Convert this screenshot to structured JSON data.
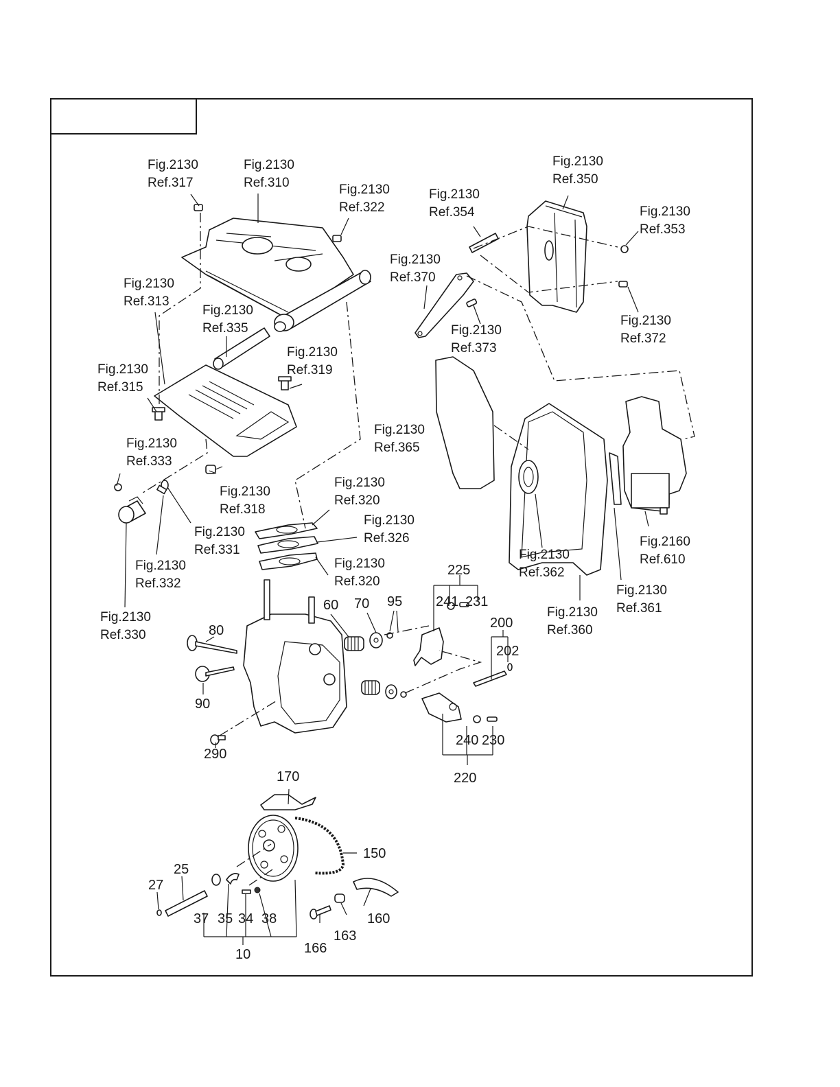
{
  "page": {
    "title_box_text": "",
    "figure_number": "",
    "background": "#ffffff",
    "line_color": "#1a1a1a"
  },
  "callouts": {
    "c317": {
      "fig": "Fig.2130",
      "ref": "Ref.317"
    },
    "c310": {
      "fig": "Fig.2130",
      "ref": "Ref.310"
    },
    "c322": {
      "fig": "Fig.2130",
      "ref": "Ref.322"
    },
    "c354": {
      "fig": "Fig.2130",
      "ref": "Ref.354"
    },
    "c350": {
      "fig": "Fig.2130",
      "ref": "Ref.350"
    },
    "c353": {
      "fig": "Fig.2130",
      "ref": "Ref.353"
    },
    "c313": {
      "fig": "Fig.2130",
      "ref": "Ref.313"
    },
    "c335": {
      "fig": "Fig.2130",
      "ref": "Ref.335"
    },
    "c370": {
      "fig": "Fig.2130",
      "ref": "Ref.370"
    },
    "c372": {
      "fig": "Fig.2130",
      "ref": "Ref.372"
    },
    "c373": {
      "fig": "Fig.2130",
      "ref": "Ref.373"
    },
    "c319": {
      "fig": "Fig.2130",
      "ref": "Ref.319"
    },
    "c315": {
      "fig": "Fig.2130",
      "ref": "Ref.315"
    },
    "c365": {
      "fig": "Fig.2130",
      "ref": "Ref.365"
    },
    "c333": {
      "fig": "Fig.2130",
      "ref": "Ref.333"
    },
    "c318": {
      "fig": "Fig.2130",
      "ref": "Ref.318"
    },
    "c320a": {
      "fig": "Fig.2130",
      "ref": "Ref.320"
    },
    "c326": {
      "fig": "Fig.2130",
      "ref": "Ref.326"
    },
    "c320b": {
      "fig": "Fig.2130",
      "ref": "Ref.320"
    },
    "c331": {
      "fig": "Fig.2130",
      "ref": "Ref.331"
    },
    "c332": {
      "fig": "Fig.2130",
      "ref": "Ref.332"
    },
    "c330": {
      "fig": "Fig.2130",
      "ref": "Ref.330"
    },
    "c610": {
      "fig": "Fig.2160",
      "ref": "Ref.610"
    },
    "c362": {
      "fig": "Fig.2130",
      "ref": "Ref.362"
    },
    "c361": {
      "fig": "Fig.2130",
      "ref": "Ref.361"
    },
    "c360": {
      "fig": "Fig.2130",
      "ref": "Ref.360"
    }
  },
  "part_numbers": {
    "p10": "10",
    "p25": "25",
    "p27": "27",
    "p34": "34",
    "p35": "35",
    "p37": "37",
    "p38": "38",
    "p60": "60",
    "p70": "70",
    "p80": "80",
    "p90": "90",
    "p95": "95",
    "p150": "150",
    "p160": "160",
    "p163": "163",
    "p166": "166",
    "p170": "170",
    "p200": "200",
    "p202": "202",
    "p220": "220",
    "p225": "225",
    "p230": "230",
    "p231": "231",
    "p240": "240",
    "p241": "241",
    "p290": "290"
  }
}
